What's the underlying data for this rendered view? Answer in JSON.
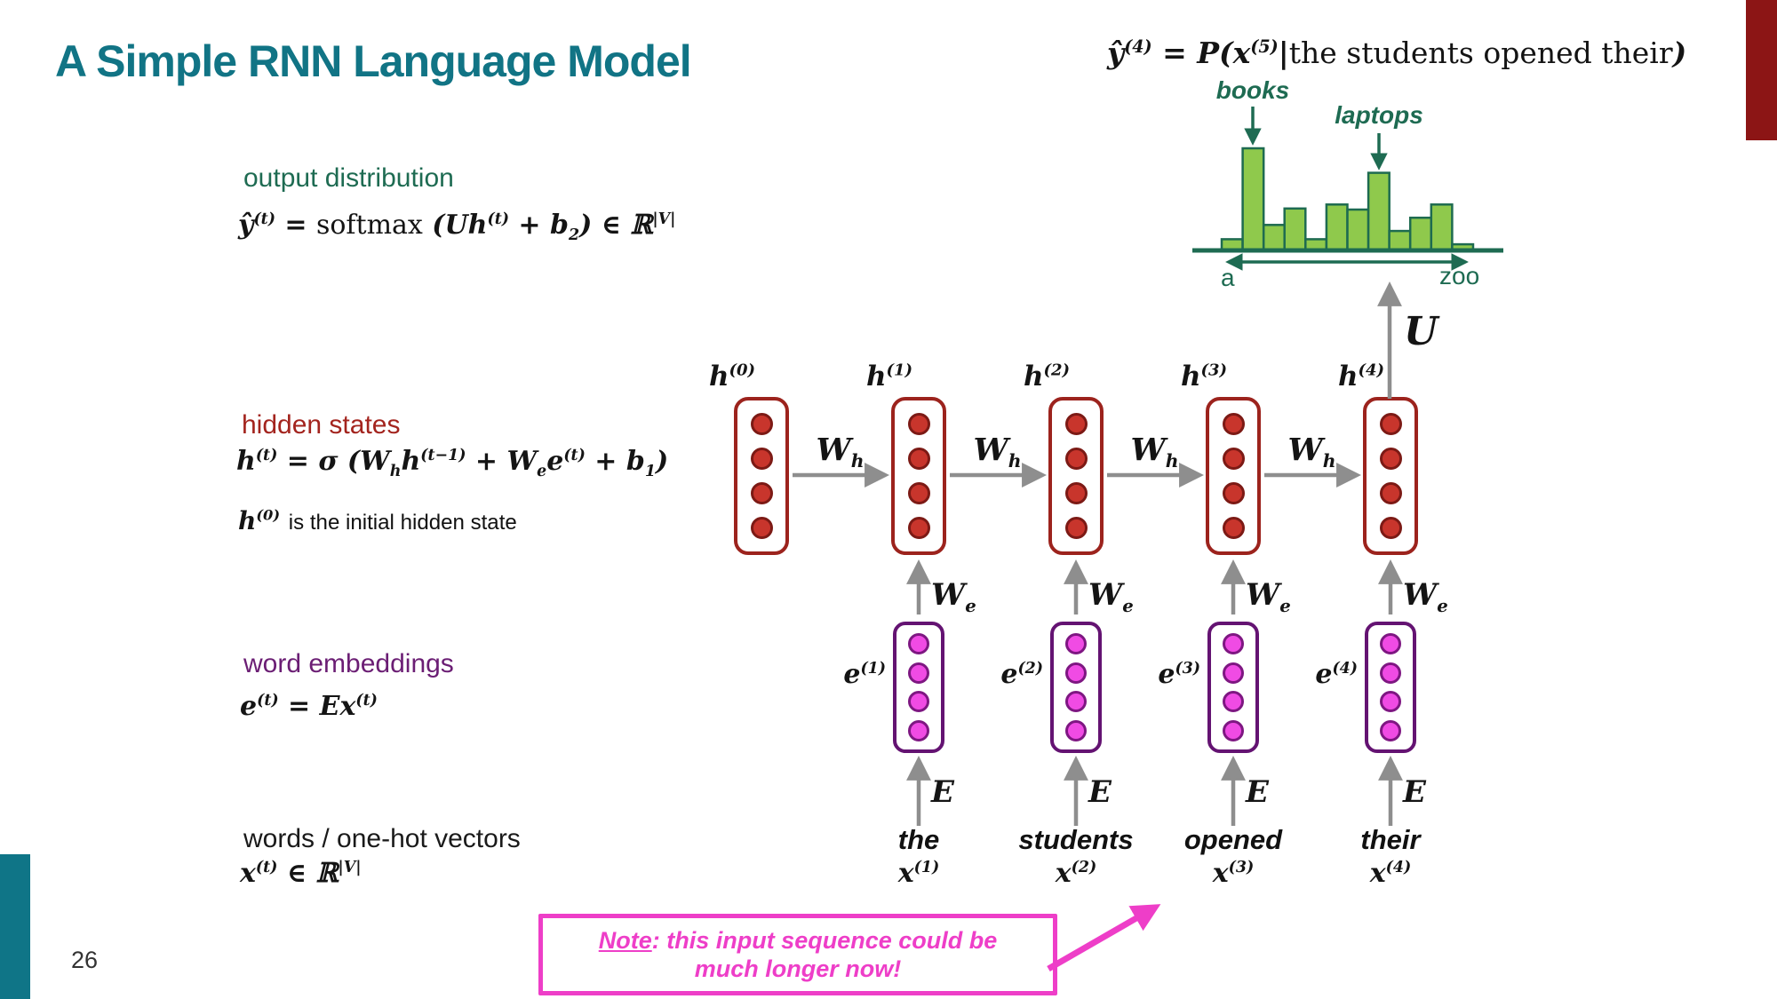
{
  "slide": {
    "title": "A Simple RNN Language Model",
    "page_number": "26",
    "colors": {
      "title_teal": "#117485",
      "corner_red": "#8C1515",
      "corner_teal": "#0F7587",
      "green_label": "#1E6B52",
      "hidden_red": "#A3241E",
      "embedding_purple": "#6B1E74",
      "note_pink": "#EE3EC8",
      "arrow_gray": "#8E8E8E",
      "bar_fill": "#8FC94C"
    }
  },
  "top_equation": "ŷ^{(4)} = P(x^{(5)}|«the students opened their»)",
  "sections": {
    "output": {
      "label": "output distribution",
      "equation": "ŷ^{(t)} = «softmax» (Uh^{(t)} + b_{2}) ∈ ℝ^{|V|}"
    },
    "hidden": {
      "label": "hidden states",
      "equation": "h^{(t)} = σ (W_{h}h^{(t−1)} + W_{e}e^{(t)} + b_{1})",
      "note": "h^{(0)} «is the initial hidden state»"
    },
    "embed": {
      "label": "word embeddings",
      "equation": "e^{(t)} = Ex^{(t)}"
    },
    "onehot": {
      "label": "words / one-hot vectors",
      "equation": "x^{(t)} ∈ ℝ^{|V|}"
    }
  },
  "chart_data": {
    "type": "bar",
    "description": "output probability distribution ŷ(4) over the vocabulary",
    "categories": [
      "bar1",
      "bar2 (books)",
      "bar3",
      "bar4",
      "bar5",
      "bar6",
      "bar7",
      "bar8 (laptops)",
      "bar9",
      "bar10",
      "bar11",
      "bar12"
    ],
    "values": [
      0.11,
      1.0,
      0.25,
      0.41,
      0.11,
      0.45,
      0.4,
      0.76,
      0.19,
      0.32,
      0.45,
      0.06
    ],
    "ylim": [
      0,
      1
    ],
    "grid": false,
    "legend": false,
    "x_axis": {
      "start_label": "a",
      "end_label": "zoo"
    },
    "annotations": [
      {
        "label": "books",
        "bar_index": 1
      },
      {
        "label": "laptops",
        "bar_index": 7
      }
    ]
  },
  "diagram": {
    "hidden_labels": [
      "h^{(0)}",
      "h^{(1)}",
      "h^{(2)}",
      "h^{(3)}",
      "h^{(4)}"
    ],
    "embedding_labels": [
      "e^{(1)}",
      "e^{(2)}",
      "e^{(3)}",
      "e^{(4)}"
    ],
    "input_labels": [
      "x^{(1)}",
      "x^{(2)}",
      "x^{(3)}",
      "x^{(4)}"
    ],
    "words": [
      "the",
      "students",
      "opened",
      "their"
    ],
    "wh_label": "W_{h}",
    "we_label": "W_{e}",
    "embedding_matrix_label": "E",
    "output_matrix_label": "U"
  },
  "note_box": {
    "title": "Note",
    "body": ": this input sequence could be much longer now!"
  }
}
